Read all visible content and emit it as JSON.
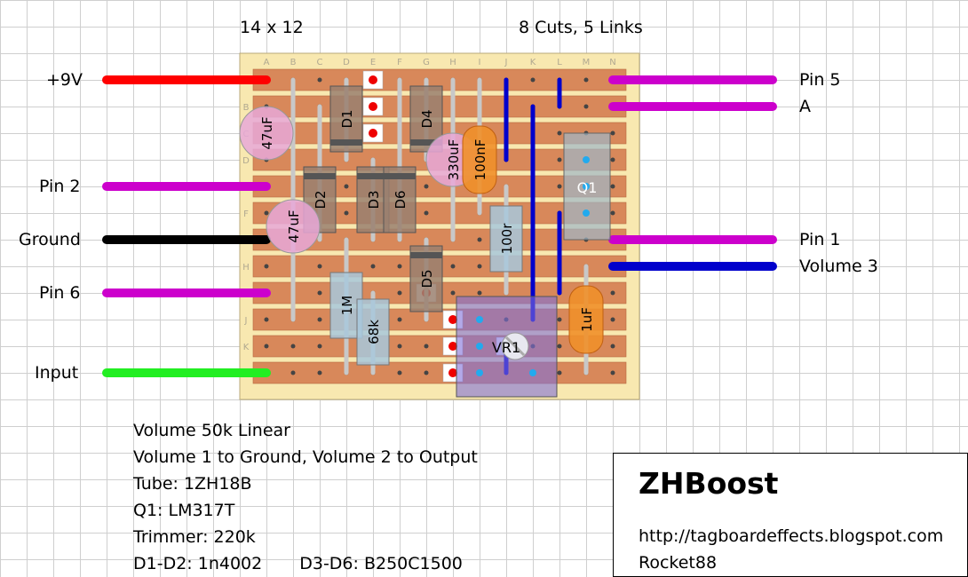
{
  "header": {
    "size_label": "14 x 12",
    "cuts_links_label": "8 Cuts, 5 Links"
  },
  "board": {
    "columns": [
      "A",
      "B",
      "C",
      "D",
      "E",
      "F",
      "G",
      "H",
      "I",
      "J",
      "K",
      "L",
      "M",
      "N"
    ],
    "rows": [
      "A",
      "B",
      "C",
      "D",
      "E",
      "F",
      "G",
      "H",
      "I",
      "J",
      "K",
      "L"
    ]
  },
  "components": {
    "c1": "47uF",
    "c2": "47uF",
    "c3": "330uF",
    "c4": "100nF",
    "c5": "1uF",
    "d1": "D1",
    "d2": "D2",
    "d3": "D3",
    "d4": "D4",
    "d5": "D5",
    "d6": "D6",
    "r1": "1M",
    "r2": "68k",
    "r3": "100r",
    "q1": "Q1",
    "vr1": "VR1"
  },
  "wires_left": [
    {
      "label": "+9V",
      "color": "#ff0000"
    },
    {
      "label": "Pin 2",
      "color": "#cc00cc"
    },
    {
      "label": "Ground",
      "color": "#000000"
    },
    {
      "label": "Pin 6",
      "color": "#cc00cc"
    },
    {
      "label": "Input",
      "color": "#22ee22"
    }
  ],
  "wires_right": [
    {
      "label": "Pin 5",
      "color": "#cc00cc"
    },
    {
      "label": "A",
      "color": "#cc00cc"
    },
    {
      "label": "Pin 1",
      "color": "#cc00cc"
    },
    {
      "label": "Volume 3",
      "color": "#0000cc"
    }
  ],
  "notes": [
    "Volume 50k Linear",
    "Volume 1 to Ground, Volume 2 to Output",
    "Tube: 1ZH18B",
    "Q1: LM317T",
    "Trimmer: 220k"
  ],
  "notes_last": {
    "diodes_a": "D1-D2: 1n4002",
    "diodes_b": "D3-D6: B250C1500"
  },
  "title_box": {
    "title": "ZHBoost",
    "url": "http://tagboardeffects.blogspot.com",
    "author": "Rocket88"
  }
}
